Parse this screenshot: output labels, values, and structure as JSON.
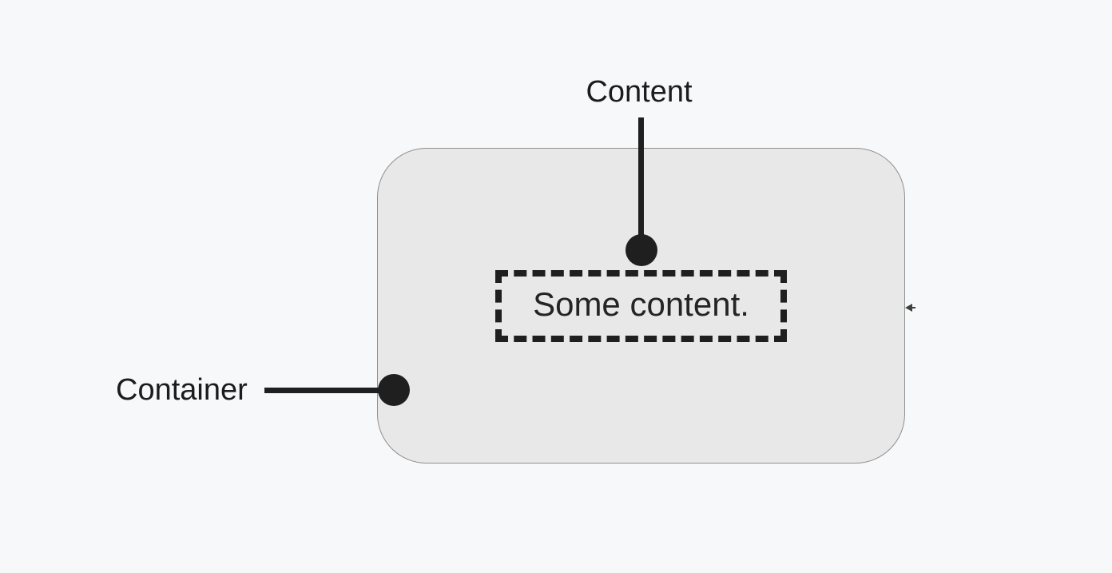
{
  "diagram": {
    "labels": {
      "content": "Content",
      "container": "Container"
    },
    "content_box": {
      "text": "Some content."
    },
    "icons": {
      "edge_arrow": "arrow-left-icon"
    },
    "colors": {
      "background": "#f7f8fa",
      "container_fill": "#e8e8e8",
      "container_border": "#8f8f8f",
      "ink": "#1f1f1f",
      "text": "#242424"
    }
  }
}
